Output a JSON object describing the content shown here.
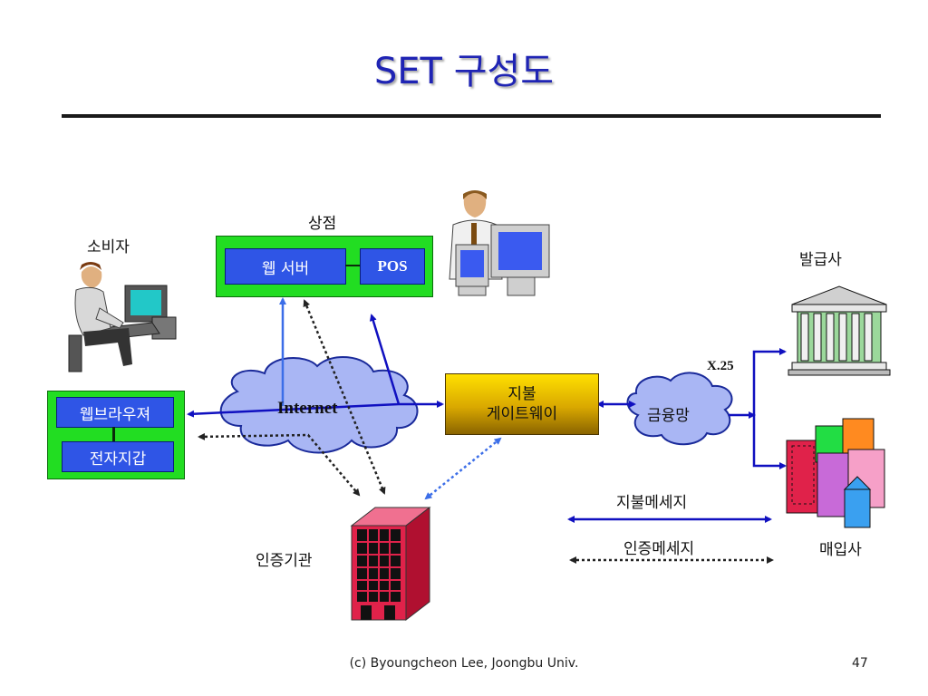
{
  "slide": {
    "title": "SET 구성도",
    "footer": "(c) Byoungcheon Lee, Joongbu Univ.",
    "page_number": "47"
  },
  "nodes": {
    "consumer": {
      "label": "소비자",
      "browser": "웹브라우져",
      "wallet": "전자지갑"
    },
    "merchant": {
      "label": "상점",
      "web_server": "웹 서버",
      "pos": "POS"
    },
    "internet": "Internet",
    "gateway": {
      "line1": "지불",
      "line2": "게이트웨이"
    },
    "financial_network": "금융망",
    "x25": "X.25",
    "issuer": "발급사",
    "acquirer": "매입사",
    "ca": "인증기관"
  },
  "legend": {
    "payment_message": "지불메세지",
    "auth_message": "인증메세지"
  },
  "colors": {
    "title": "#1f24b4",
    "green_box": "#22dd22",
    "blue_box": "#2f55e6",
    "gateway": "#e0b000",
    "cloud": "#a9b6f4",
    "ca_building": "#e0224a"
  }
}
